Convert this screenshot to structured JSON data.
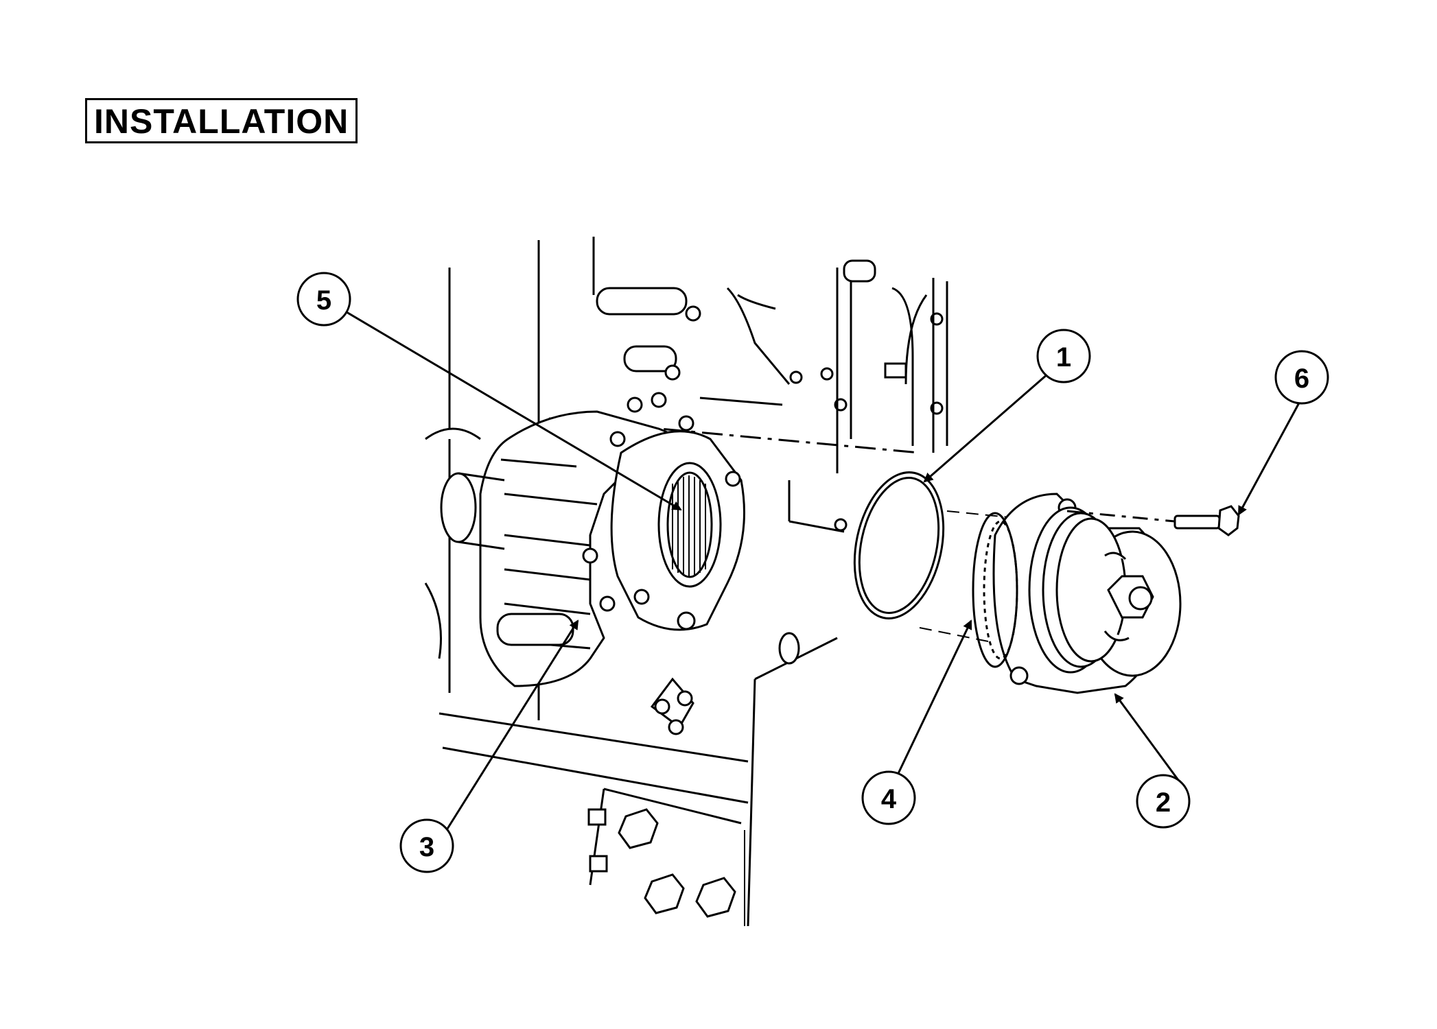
{
  "section_title": "INSTALLATION",
  "callouts": [
    {
      "id": "callout-1",
      "label": "1"
    },
    {
      "id": "callout-2",
      "label": "2"
    },
    {
      "id": "callout-3",
      "label": "3"
    },
    {
      "id": "callout-4",
      "label": "4"
    },
    {
      "id": "callout-5",
      "label": "5"
    },
    {
      "id": "callout-6",
      "label": "6"
    }
  ]
}
